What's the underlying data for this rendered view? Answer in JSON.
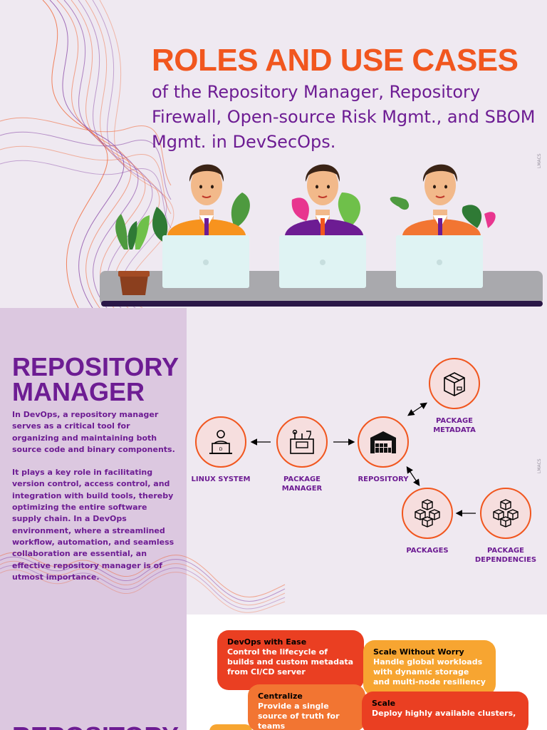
{
  "hero": {
    "title": "ROLES AND USE CASES",
    "subtitle": "of the Repository Manager, Repository Firewall, Open-source Risk Mgmt., and SBOM Mgmt. in DevSecOps.",
    "watermark": "LMACS"
  },
  "repository_manager": {
    "title_line1": "REPOSITORY",
    "title_line2": "MANAGER",
    "paragraph1": "In DevOps, a repository manager serves as a critical tool for organizing and maintaining both source code and binary components.",
    "paragraph2": "It plays a key role in facilitating version control, access control, and integration with build tools, thereby optimizing the entire software supply chain. In a DevOps environment, where a streamlined workflow, automation, and seamless collaboration are essential, an effective repository manager is of utmost importance.",
    "next_title": "REPOSITORY"
  },
  "diagram": {
    "nodes": {
      "linux": "LINUX SYSTEM",
      "package_manager_1": "PACKAGE",
      "package_manager_2": "MANAGER",
      "repository": "REPOSITORY",
      "metadata_1": "PACKAGE",
      "metadata_2": "METADATA",
      "packages": "PACKAGES",
      "dependencies_1": "PACKAGE",
      "dependencies_2": "DEPENDENCIES"
    },
    "icons": {
      "linux": "person-at-laptop-icon",
      "package_manager": "toolbox-icon",
      "repository": "warehouse-icon",
      "metadata": "package-box-icon",
      "packages": "stacked-boxes-icon",
      "dependencies": "stacked-boxes-icon"
    },
    "colors": {
      "ring": "#f1561e",
      "fill": "#f6dede",
      "label": "#6d1c93"
    }
  },
  "features": [
    {
      "title": "DevOps with Ease",
      "desc": "Control the lifecycle of builds and custom metadata from CI/CD server"
    },
    {
      "title": "Scale Without Worry",
      "desc": "Handle global workloads with dynamic storage and multi-node resiliency"
    },
    {
      "title": "Centralize",
      "desc": "Provide a single source of truth for teams"
    },
    {
      "title": "Scale",
      "desc": "Deploy highly available clusters,"
    }
  ],
  "colors": {
    "orange": "#f1561e",
    "purple": "#6d1c93",
    "panel": "#dcc8e0",
    "background": "#efe9f1"
  }
}
